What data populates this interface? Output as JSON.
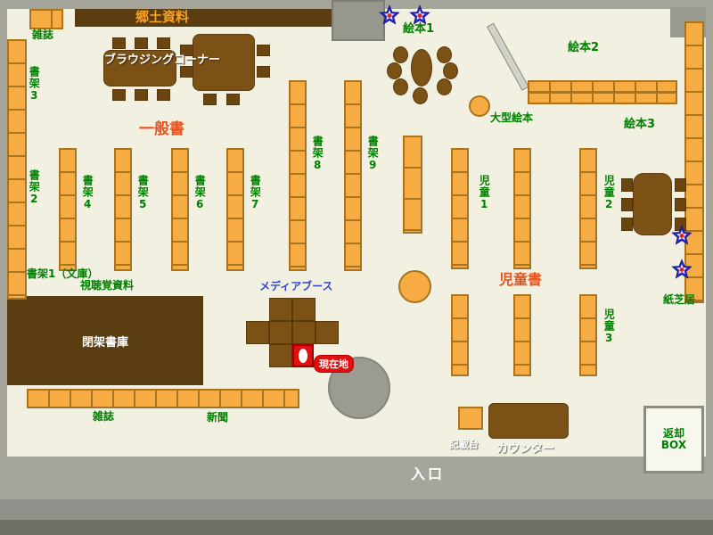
{
  "areas": {
    "local_materials": "郷土資料",
    "browsing_corner": "ブラウジングコーナー",
    "general_books": "一般書",
    "children_books": "児童書",
    "media_booth": "メディアブース",
    "closed_stacks": "閉架書庫",
    "av_materials": "視聴覚資料",
    "entrance": "入口"
  },
  "shelves": {
    "magazines_top": "雑誌",
    "shelf1_bunko": "書架1（文庫）",
    "shelf2": "書架2",
    "shelf3": "書架3",
    "shelf4": "書架4",
    "shelf5": "書架5",
    "shelf6": "書架6",
    "shelf7": "書架7",
    "shelf8": "書架8",
    "shelf9": "書架9",
    "picture1": "絵本1",
    "picture2": "絵本2",
    "picture3": "絵本3",
    "large_picture": "大型絵本",
    "children1": "児童1",
    "children2": "児童2",
    "children3": "児童3",
    "kamishibai": "紙芝居",
    "magazines_bottom": "雑誌",
    "newspaper": "新聞"
  },
  "facilities": {
    "current_location": "現在地",
    "counter": "カウンター",
    "kisaidai": "記載台",
    "return_box_line1": "返却",
    "return_box_line2": "BOX"
  },
  "colors": {
    "floor": "#f1f0e1",
    "wall": "#a5a59b",
    "shelf_orange": "#f6ac43",
    "shelf_border": "#a9741d",
    "wood_dark": "#5a3d10",
    "wood": "#7b5116",
    "label_green": "#008000",
    "label_orange_red": "#e8541e",
    "label_blue": "#3344cc",
    "marker_red": "#e01010",
    "star_blue": "#2a2ad0"
  }
}
